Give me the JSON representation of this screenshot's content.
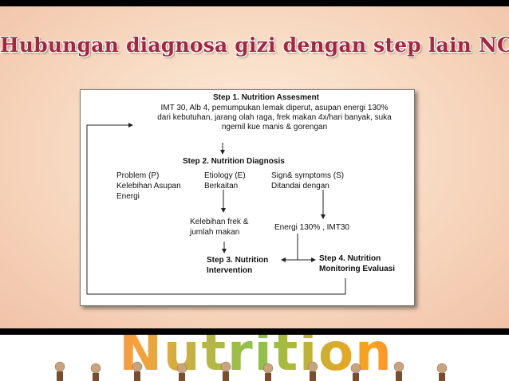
{
  "slide": {
    "title": "Hubungan diagnosa gizi dengan step lain NCP",
    "footer_word": "Nutrition"
  },
  "diagram": {
    "step1_title": "Step 1. Nutrition Assesment",
    "step1_line1": "IMT 30, Alb 4, pemumpukan lemak diperut, asupan energi 130%",
    "step1_line2": "dari kebutuhan, jarang olah raga, frek makan 4x/hari banyak, suka",
    "step1_line3": "ngemil kue manis & gorengan",
    "step2_title": "Step 2. Nutrition Diagnosis",
    "problem_label": "Problem (P)",
    "problem_value_line1": "Kelebihan Asupan",
    "problem_value_line2": "Energi",
    "etiology_label": "Etiology (E)",
    "etiology_value": "Berkaitan",
    "signs_label": "Sign& symptoms (S)",
    "signs_value": "Ditandai dengan",
    "etiology_detail_line1": "Kelebihan frek &",
    "etiology_detail_line2": "jumlah makan",
    "signs_detail": "Energi 130% , IMT30",
    "step3_line1": "Step 3. Nutrition",
    "step3_line2": "Intervention",
    "step4_line1": "Step 4. Nutrition",
    "step4_line2": "Monitoring Evaluasi"
  }
}
